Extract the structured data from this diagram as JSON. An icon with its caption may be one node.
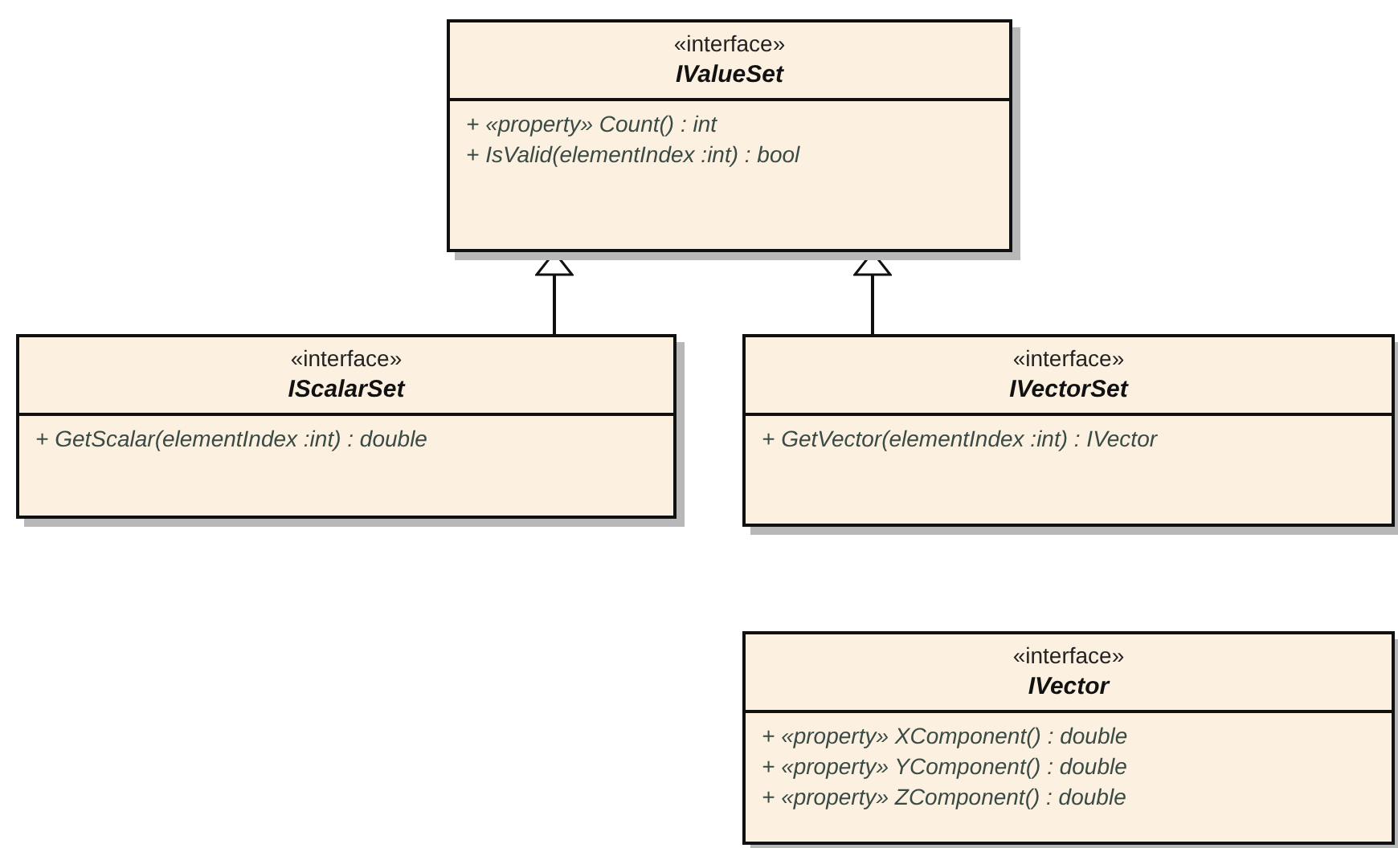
{
  "diagram": {
    "nodes": [
      {
        "text": [
          "«interface»",
          "IValueSet",
          "+ «property» Count() : int",
          "+ IsValid(elementIndex :int) : bool"
        ]
      },
      {
        "text": [
          "«interface»",
          "IScalarSet",
          "+ GetScalar(elementIndex :int) : double"
        ]
      },
      {
        "text": [
          "«interface»",
          "IVectorSet",
          "+ GetVector(elementIndex :int) : IVector"
        ]
      },
      {
        "text": [
          "«interface»",
          "IVector",
          "+ «property» XComponent() : double",
          "+ «property» YComponent() : double",
          "+ «property» ZComponent() : double"
        ]
      }
    ],
    "edges": [
      {
        "from": 1,
        "to": 0,
        "arrow": "to"
      },
      {
        "from": 2,
        "to": 0,
        "arrow": "to"
      }
    ]
  }
}
